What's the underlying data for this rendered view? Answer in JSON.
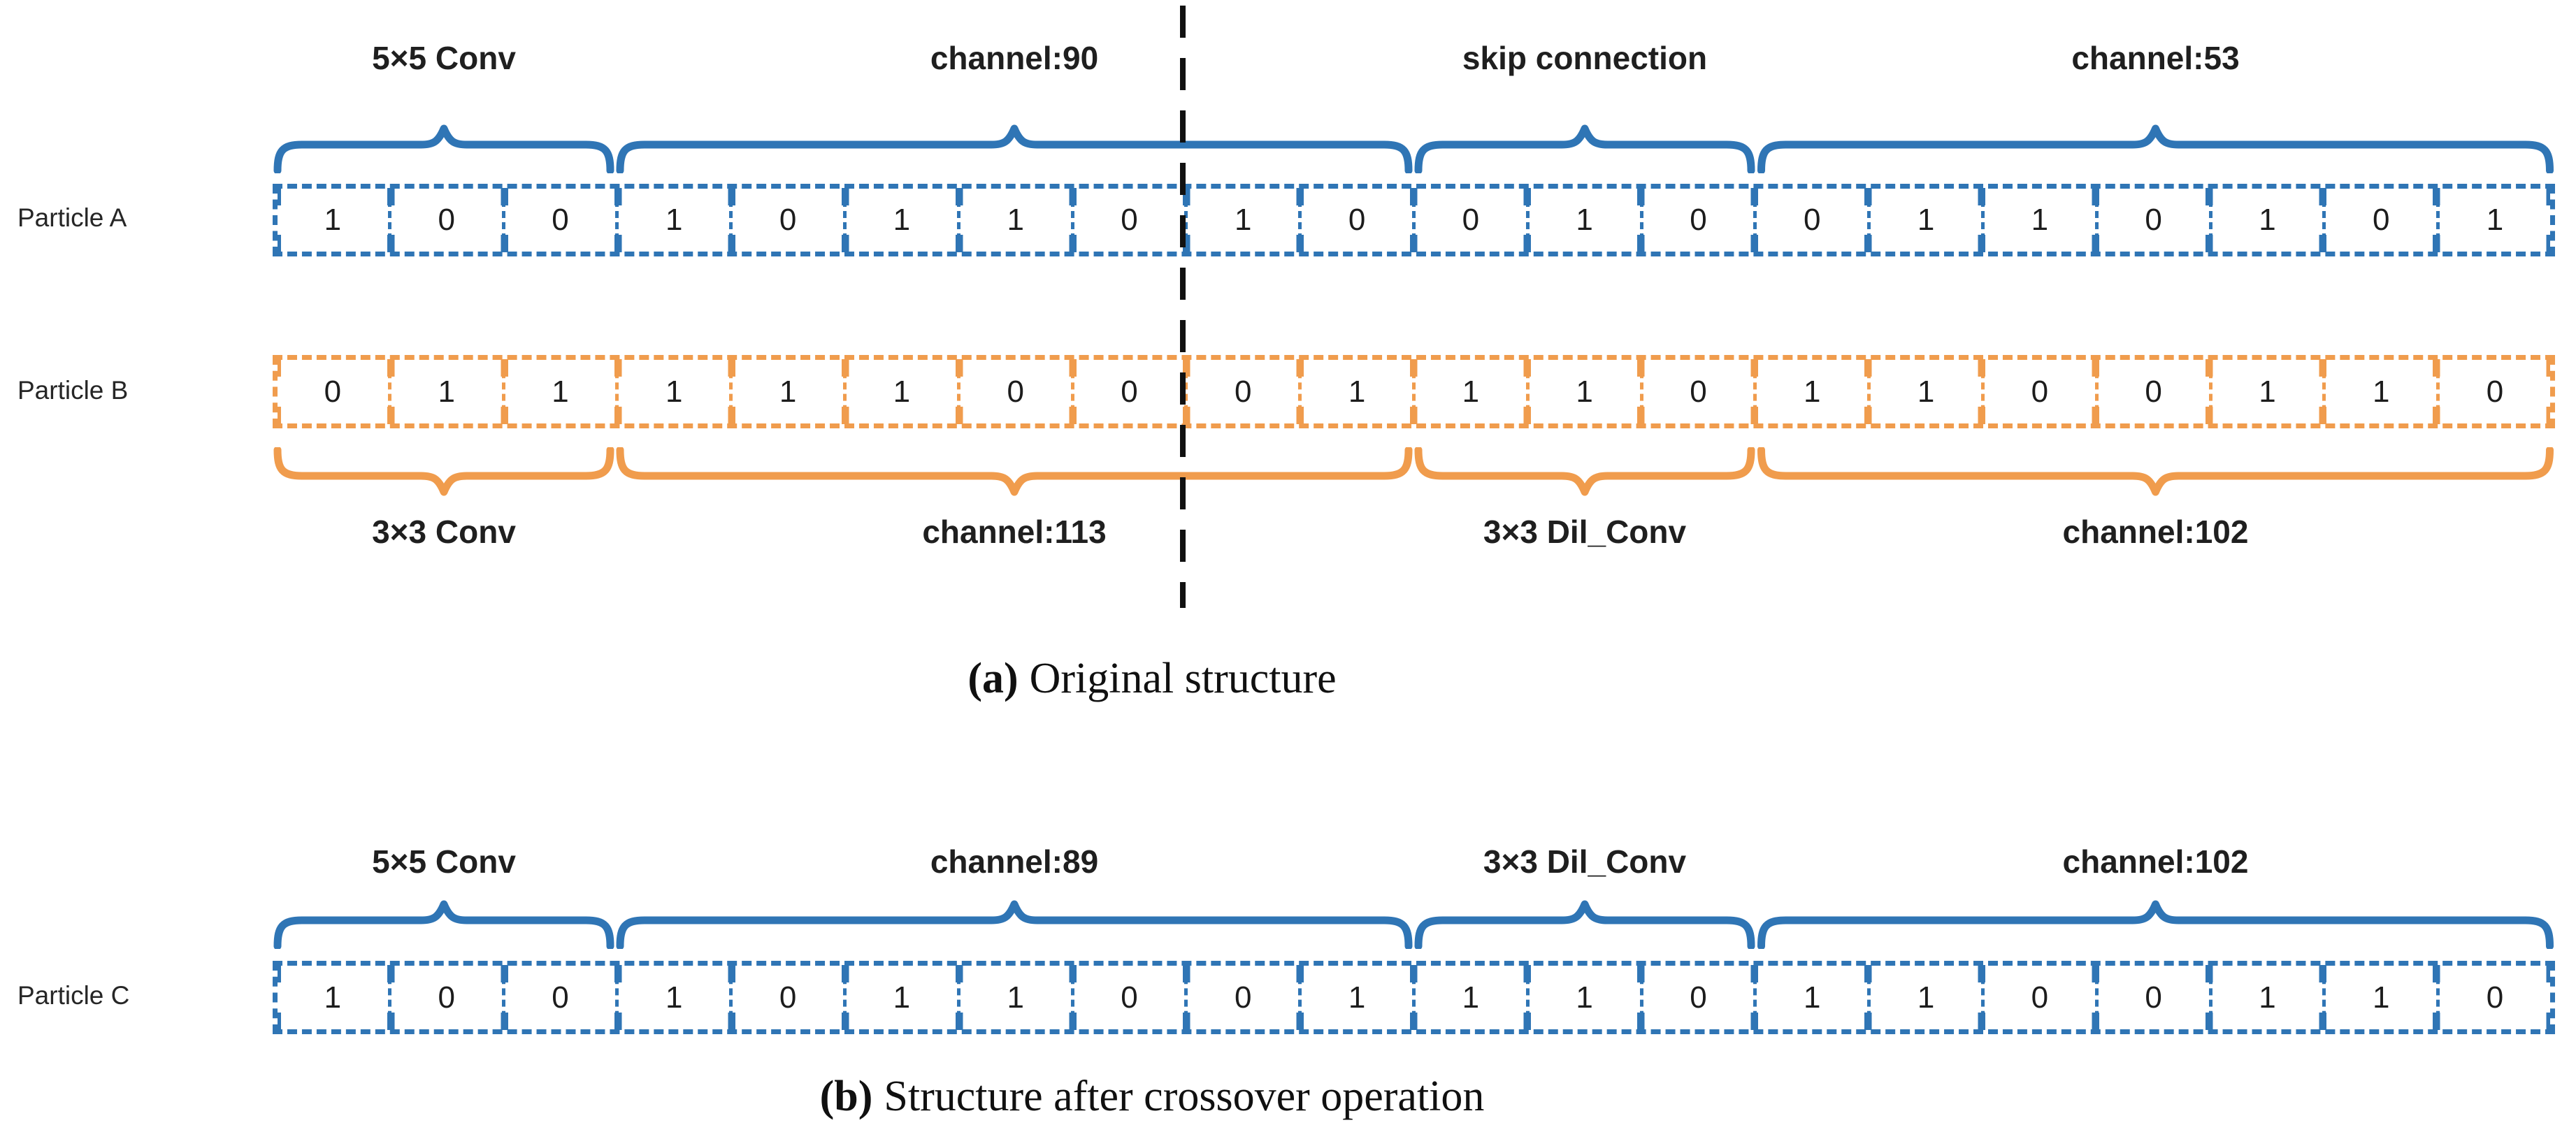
{
  "figure": {
    "captions": {
      "a": {
        "tag": "(a)",
        "text": "Original structure"
      },
      "b": {
        "tag": "(b)",
        "text": "Structure after crossover operation"
      }
    }
  },
  "colors": {
    "particle_a_blue": "#2F75B5",
    "particle_b_orange": "#F09C4D",
    "crossover_line_black": "#111111"
  },
  "crossover_point_bit_index": 8,
  "particles": [
    {
      "label": "Particle A",
      "color": "#2F75B5",
      "groups": [
        {
          "label": "5×5 Conv",
          "cells": 3
        },
        {
          "label": "channel:90",
          "cells": 7
        },
        {
          "label": "skip connection",
          "cells": 3
        },
        {
          "label": "channel:53",
          "cells": 7
        }
      ],
      "bits": [
        1,
        0,
        0,
        1,
        0,
        1,
        1,
        0,
        1,
        0,
        0,
        1,
        0,
        0,
        1,
        1,
        0,
        1,
        0,
        1
      ]
    },
    {
      "label": "Particle B",
      "color": "#F09C4D",
      "groups": [
        {
          "label": "3×3 Conv",
          "cells": 3
        },
        {
          "label": "channel:113",
          "cells": 7
        },
        {
          "label": "3×3 Dil_Conv",
          "cells": 3
        },
        {
          "label": "channel:102",
          "cells": 7
        }
      ],
      "bits": [
        0,
        1,
        1,
        1,
        1,
        1,
        0,
        0,
        0,
        1,
        1,
        1,
        0,
        1,
        1,
        0,
        0,
        1,
        1,
        0
      ]
    },
    {
      "label": "Particle C",
      "color": "#2F75B5",
      "groups": [
        {
          "label": "5×5 Conv",
          "cells": 3
        },
        {
          "label": "channel:89",
          "cells": 7
        },
        {
          "label": "3×3 Dil_Conv",
          "cells": 3
        },
        {
          "label": "channel:102",
          "cells": 7
        }
      ],
      "bits": [
        1,
        0,
        0,
        1,
        0,
        1,
        1,
        0,
        0,
        1,
        1,
        1,
        0,
        1,
        1,
        0,
        0,
        1,
        1,
        0
      ]
    }
  ]
}
